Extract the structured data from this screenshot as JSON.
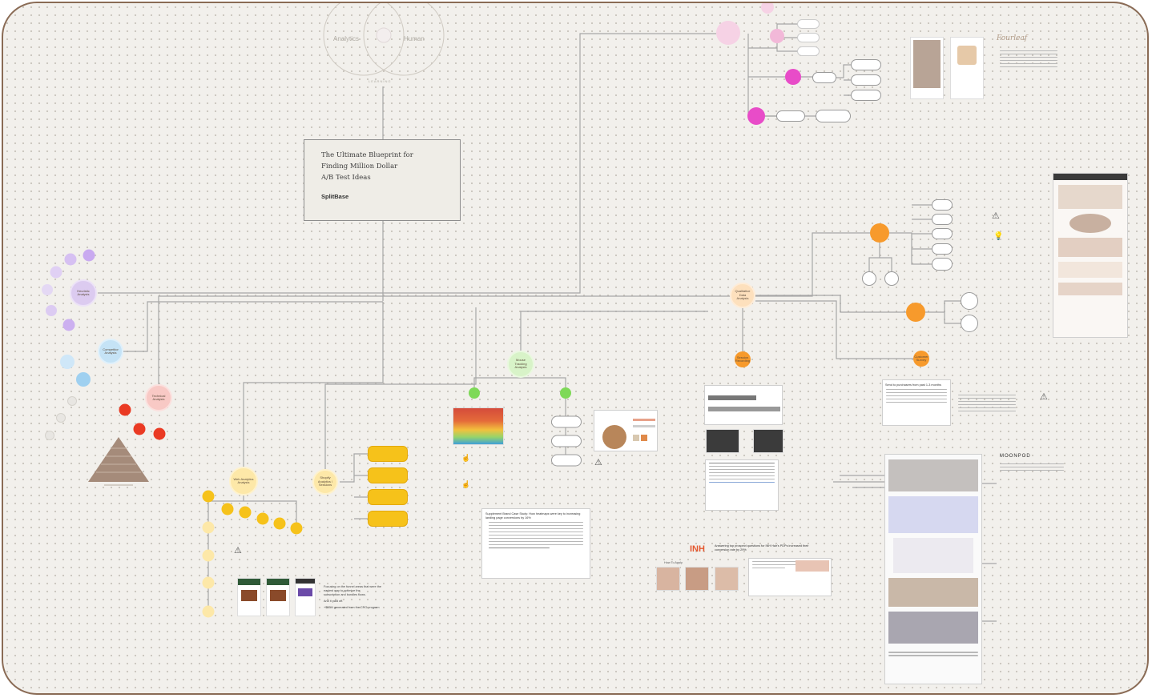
{
  "title_card": {
    "heading_line1": "The Ultimate Blueprint for",
    "heading_line2": "Finding Million Dollar",
    "heading_line3": "A/B Test Ideas",
    "brand": "SplitBase"
  },
  "venn": {
    "left": "Analytics",
    "right": "Human",
    "caption": "LEARNING"
  },
  "nodes": {
    "heuristic": "Heuristic Analysis",
    "competitor": "Competitor Analysis",
    "technical": "Technical Analysis",
    "web_analytics": "Web Analytics Analysis",
    "shopify": "Shopify Analytics / Sessions",
    "mouse": "Mouse Tracking Analysis",
    "qualitative": "Qualitative Data Analysis",
    "session_rec": "Session Recording",
    "customer": "Customer Survey"
  },
  "case_study": {
    "title": "Supplement Brand Case Study: How heatmaps were key to increasing landing page conversions by 16%"
  },
  "inh": {
    "logo": "INH",
    "headline": "Answering top prospect questions for INH Hair's PDPs increased their conversion rate by 29%",
    "howto": "How To Apply"
  },
  "mixpanel_note": {
    "line1": "Focusing on the funnel areas that were the",
    "line2": "easiest way to optimize the",
    "line3": "subscription and bundles flows.",
    "line4": "And it paid off.",
    "line5": "+$55M generated from the CRO program"
  },
  "survey": {
    "title": "Send to purchasers from past 1-3 months"
  },
  "moonpod": {
    "logo": "MOONPOD"
  },
  "brand_script": "Fourleaf",
  "colors": {
    "frame_border": "#8a6b55",
    "canvas": "#f2f0ec",
    "connector": "#a7a7a7",
    "purple": "#d9c6ef",
    "blue": "#bfe0f5",
    "red_light": "#f7c5c2",
    "red": "#ea3a23",
    "yellow_light": "#fbe6a6",
    "yellow": "#f6c21a",
    "green": "#7ed957",
    "orange": "#f79a2c",
    "pink": "#f0c8de",
    "magenta": "#e84cc8"
  }
}
